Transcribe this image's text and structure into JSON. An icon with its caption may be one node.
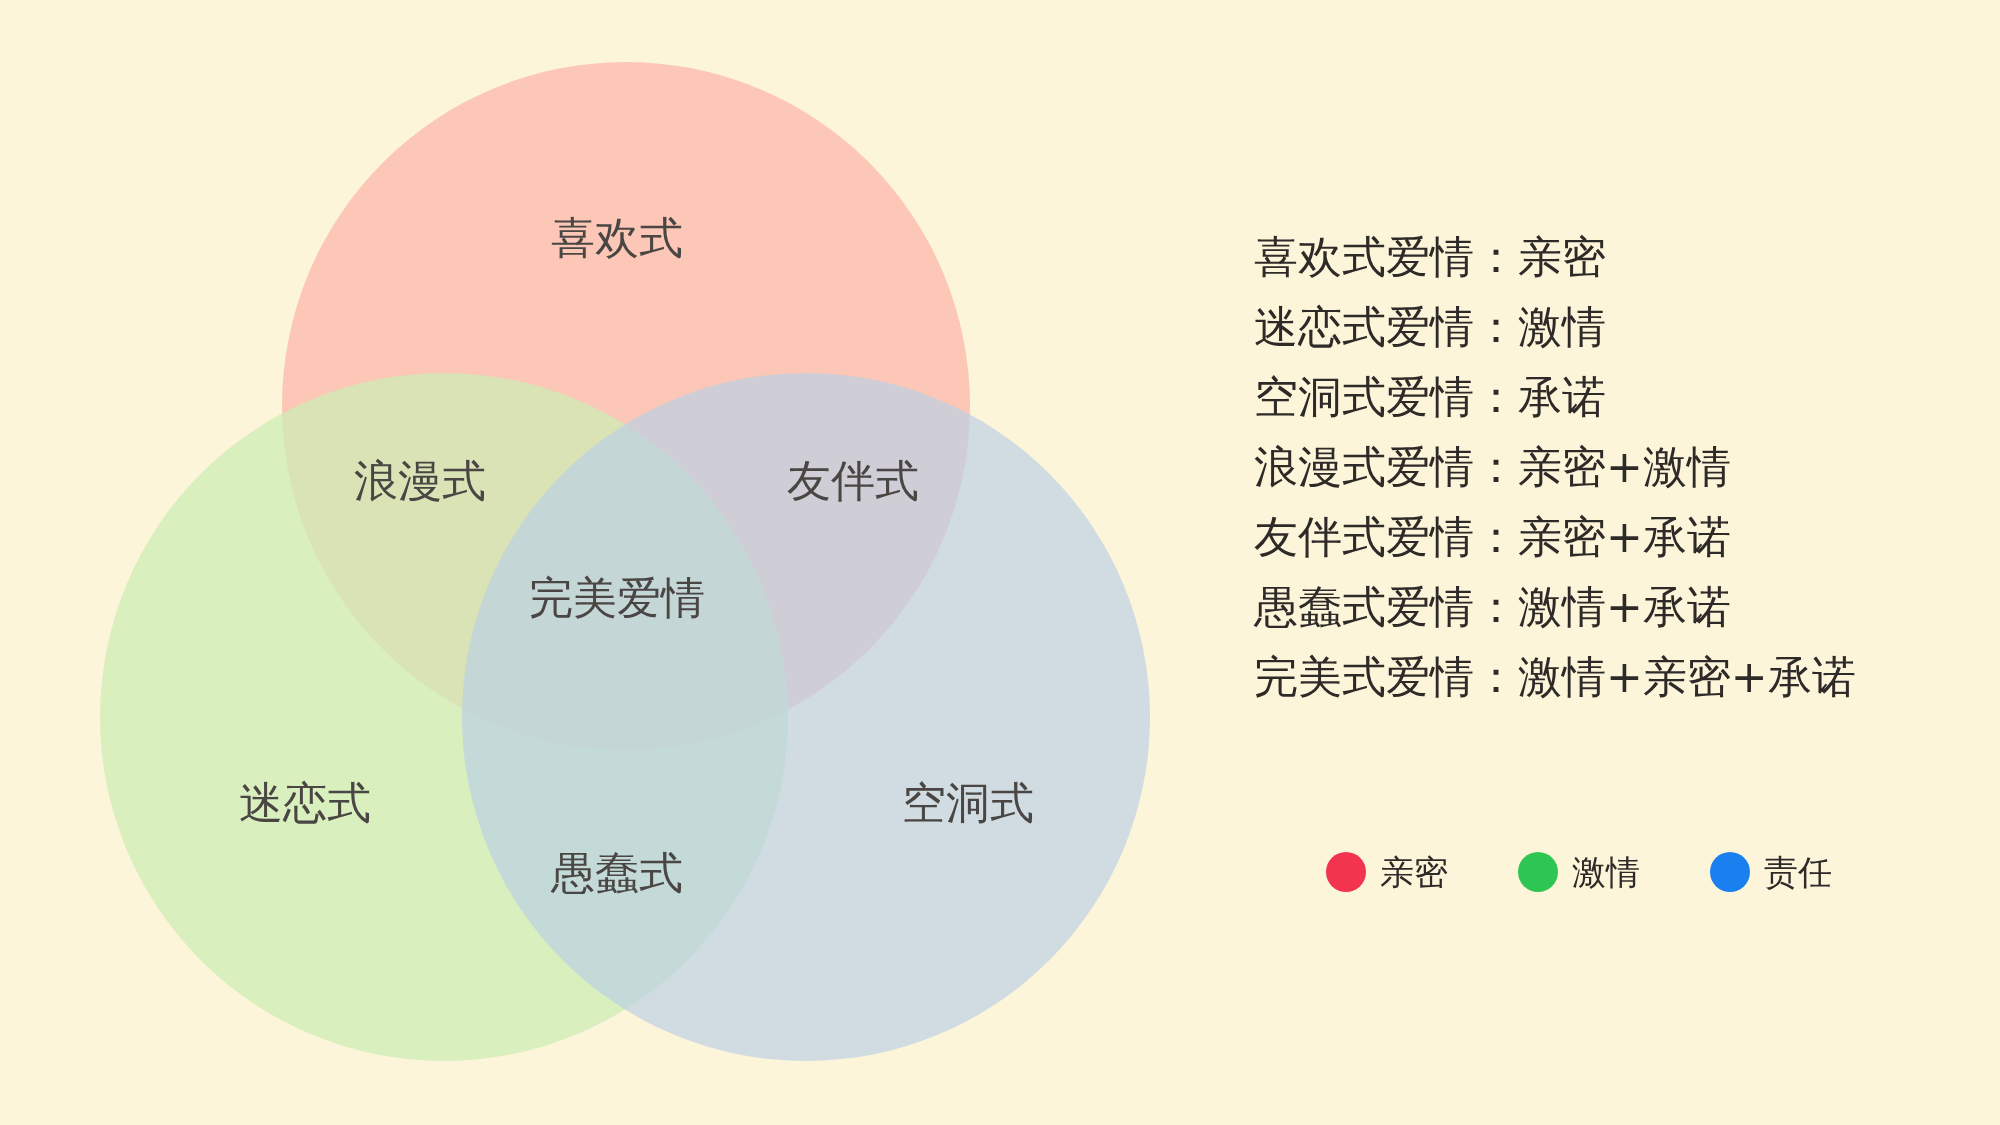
{
  "diagram": {
    "nodes": [
      {
        "text": [
          "喜欢式"
        ]
      },
      {
        "text": [
          "迷恋式"
        ]
      },
      {
        "text": [
          "空洞式"
        ]
      }
    ],
    "labels": [
      "浪漫式",
      "友伴式",
      "完美爱情",
      "愚蠢式",
      "喜欢式爱情：亲密",
      "迷恋式爱情：激情",
      "空洞式爱情：承诺",
      "浪漫式爱情：亲密+激情",
      "友伴式爱情：亲密+承诺",
      "愚蠢式爱情：激情+承诺",
      "完美式爱情：激情+亲密+承诺"
    ],
    "legend": [
      {
        "text": "亲密",
        "color": "#f2344f"
      },
      {
        "text": "激情",
        "color": "#2fc552"
      },
      {
        "text": "责任",
        "color": "#1a80f0"
      }
    ]
  }
}
